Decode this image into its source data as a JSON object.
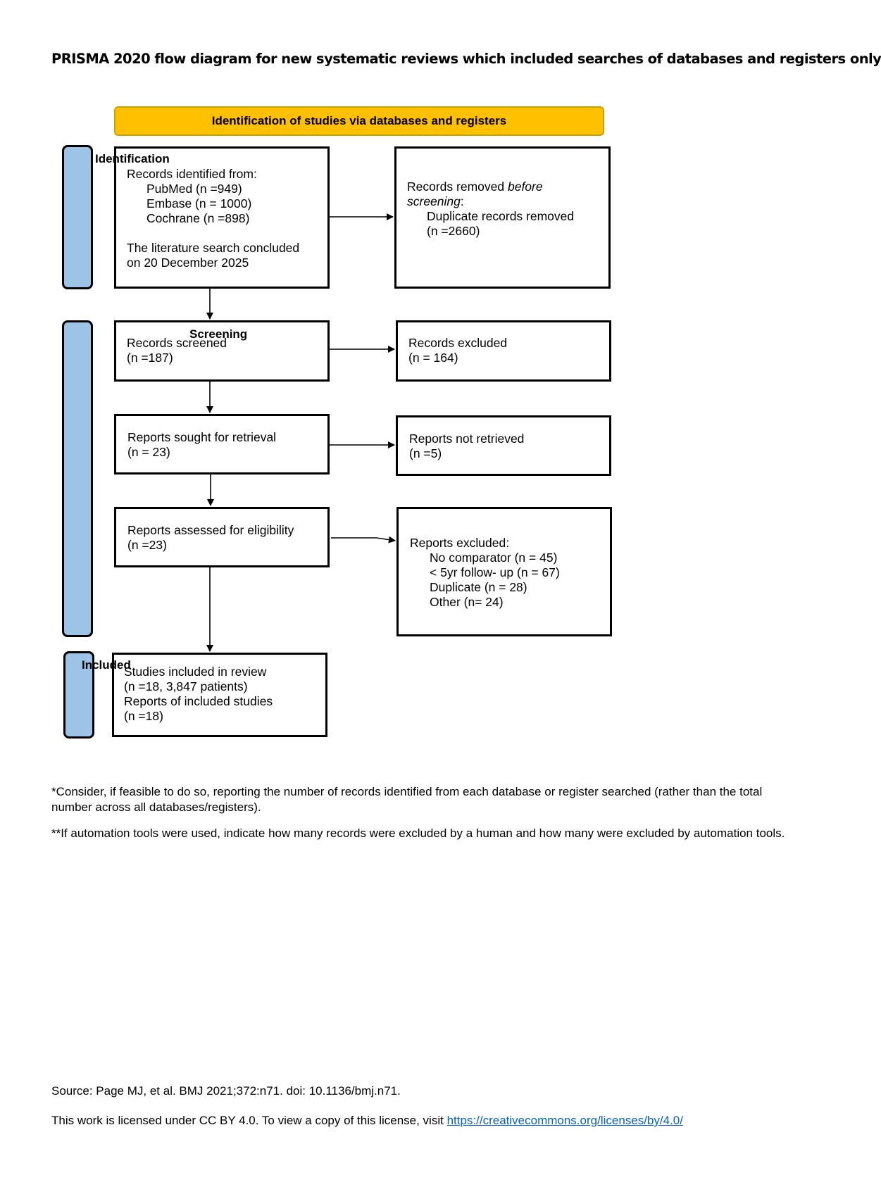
{
  "title": "PRISMA 2020 flow diagram for new systematic reviews which included searches of databases and registers only",
  "banner": "Identification of studies via databases and registers",
  "stages": {
    "identification": "Identification",
    "screening": "Screening",
    "included": "Included"
  },
  "boxes": {
    "identified": {
      "heading": "Records identified from:",
      "sources": [
        "PubMed (n =949)",
        "Embase (n = 1000)",
        "Cochrane (n =898)"
      ],
      "note_line1": "The literature search concluded",
      "note_line2": "on 20 December 2025"
    },
    "removed": {
      "line1_prefix": "Records removed ",
      "line1_italic": "before",
      "line2_italic": "screening",
      "line2_suffix": ":",
      "line3": "Duplicate records removed",
      "line4": "(n =2660)"
    },
    "screened": {
      "label": "Records screened",
      "count": "(n =187)"
    },
    "excluded": {
      "label": "Records excluded",
      "count": "(n = 164)"
    },
    "sought": {
      "label": "Reports sought for retrieval",
      "count": "(n = 23)"
    },
    "not_retrieved": {
      "label": "Reports not retrieved",
      "count": "(n =5)"
    },
    "assessed": {
      "label": "Reports assessed for eligibility",
      "count": "(n =23)"
    },
    "reports_excluded": {
      "heading": "Reports excluded:",
      "reasons": [
        "No comparator (n = 45)",
        "< 5yr follow- up (n = 67)",
        "Duplicate (n = 28)",
        "Other (n= 24)"
      ]
    },
    "included": {
      "line1": "Studies included in review",
      "line2": "(n =18, 3,847 patients)",
      "line3": "Reports of included studies",
      "line4": "(n =18)"
    }
  },
  "notes": {
    "note1": "*Consider, if feasible to do so, reporting the number of records identified from each database or register searched (rather than the total number across all databases/registers).",
    "note2": "**If automation tools were used, indicate how many records were excluded by a human and how many were excluded by automation tools."
  },
  "footer": {
    "source": "Source: Page MJ, et al. BMJ 2021;372:n71. doi: 10.1136/bmj.n71.",
    "license_prefix": "This work is licensed under CC BY 4.0. To view a copy of this license, visit ",
    "license_link": "https://creativecommons.org/licenses/by/4.0/"
  },
  "colors": {
    "banner": "#ffc000",
    "sidebar": "#9dc3e6",
    "link": "#0563c1"
  }
}
